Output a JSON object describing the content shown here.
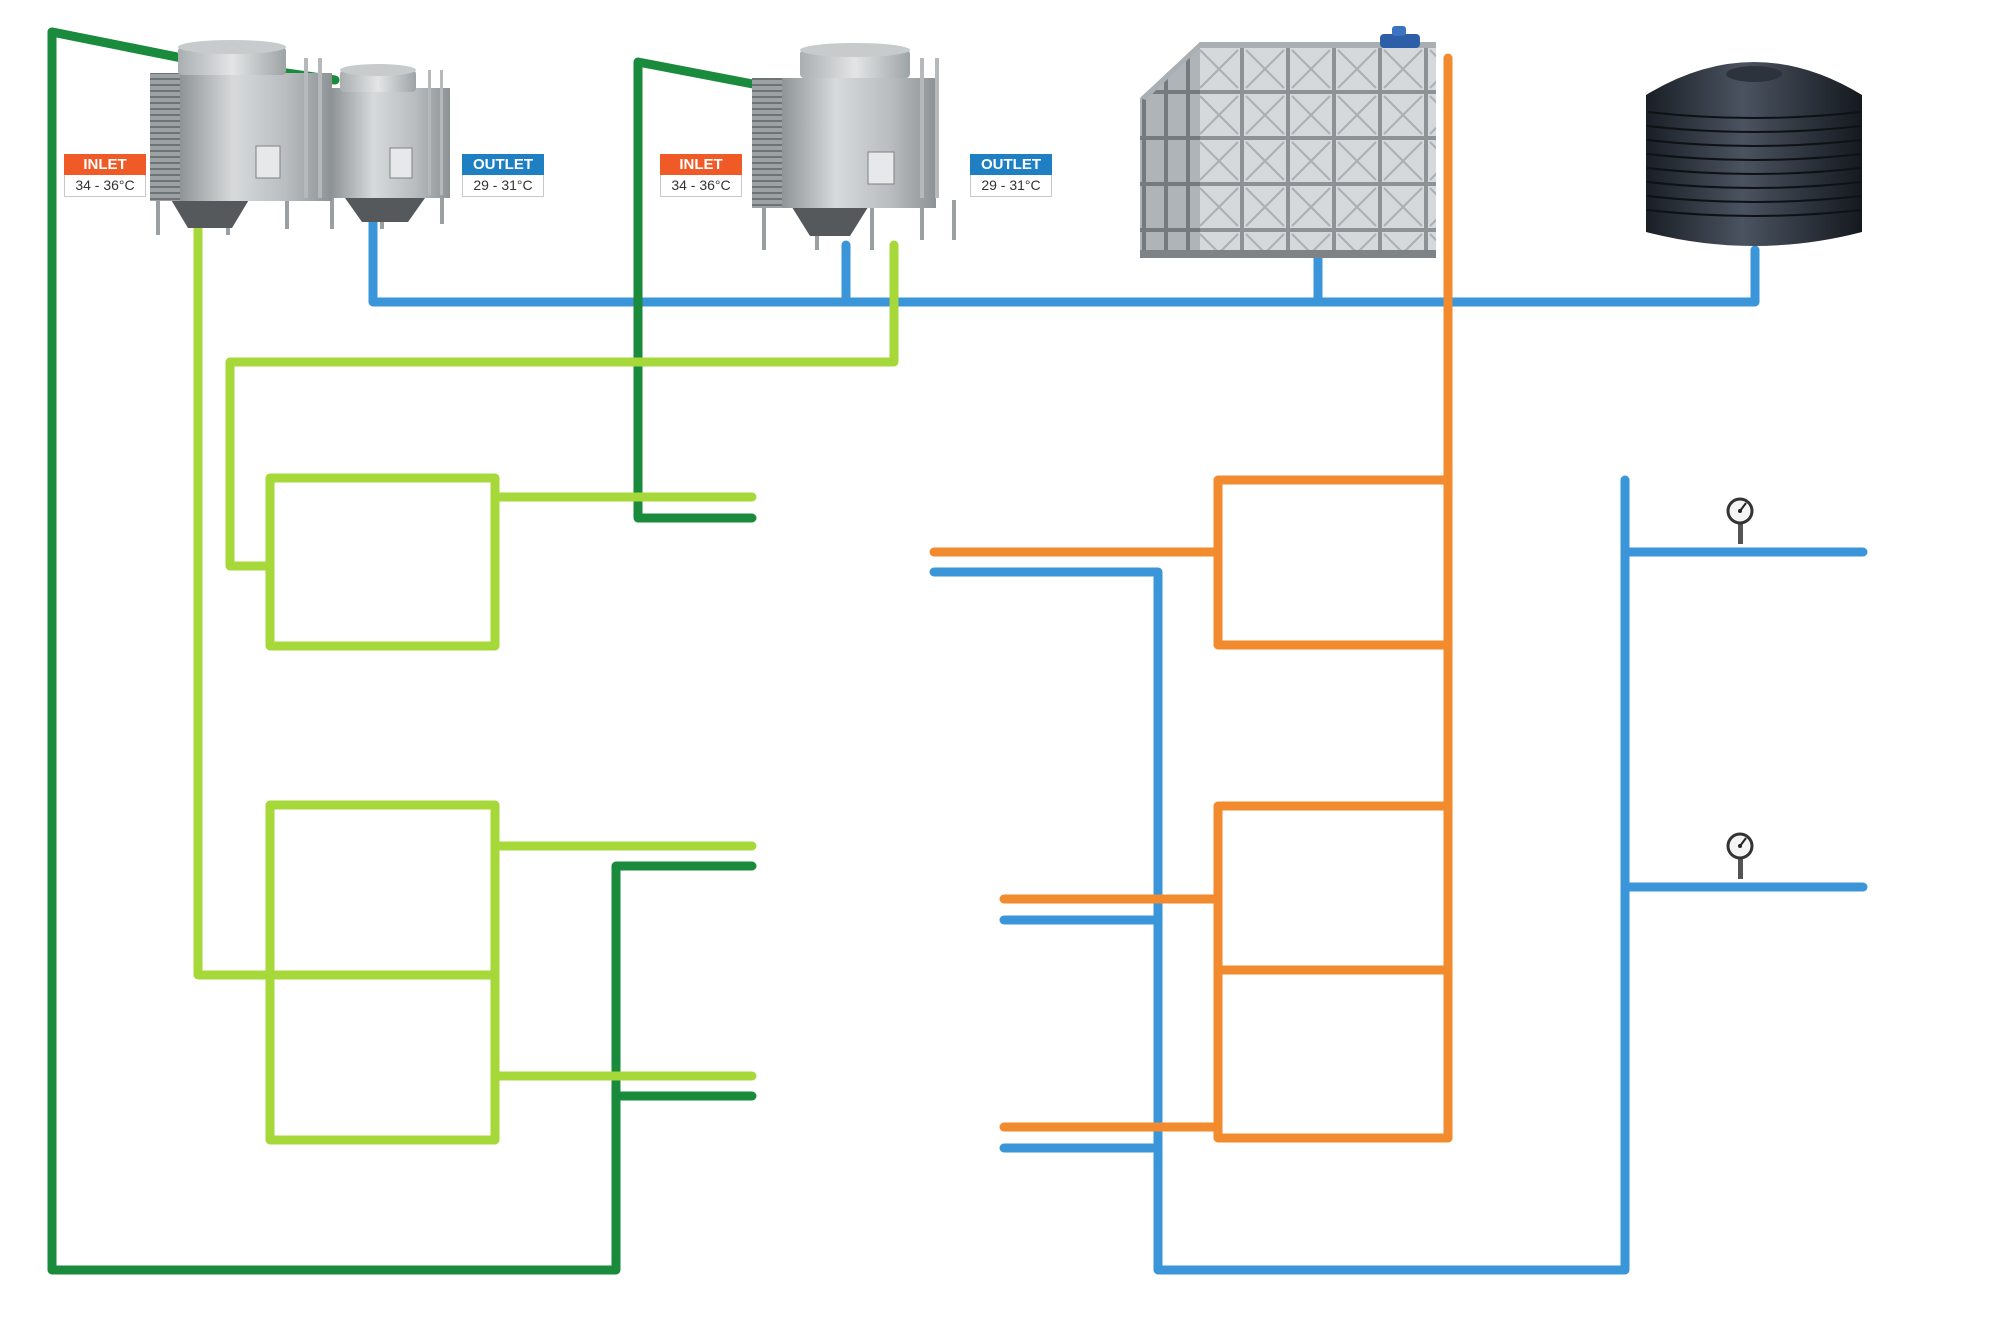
{
  "colors": {
    "condenser_supply": "#1a8a3c",
    "condenser_return": "#a6d839",
    "city_water": "#3a96d9",
    "hot_water": "#f28a2e",
    "inlet_badge": "#ef5a27",
    "outlet_badge": "#1e7fc2"
  },
  "labels": {
    "tower1_inlet": {
      "heading": "INLET",
      "temp": "34 - 36°C"
    },
    "tower1_outlet": {
      "heading": "OUTLET",
      "temp": "29 - 31°C"
    },
    "tower2_inlet": {
      "heading": "INLET",
      "temp": "34 - 36°C"
    },
    "tower2_outlet": {
      "heading": "OUTLET",
      "temp": "29 - 31°C"
    }
  },
  "icons": {
    "cooling_tower_pair": "cooling-tower-icon",
    "cooling_tower_single": "cooling-tower-icon",
    "sectional_tank": "steel-panel-tank-icon",
    "poly_tank": "plastic-water-tank-icon",
    "pressure_gauge": "pressure-gauge-icon"
  }
}
